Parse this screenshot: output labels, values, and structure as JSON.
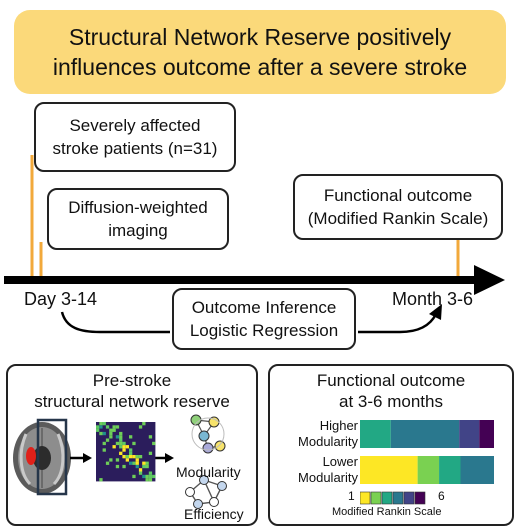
{
  "title": {
    "line1": "Structural Network Reserve positively",
    "line2": "influences outcome after a severe stroke"
  },
  "timeline": {
    "box_patients": {
      "line1": "Severely affected",
      "line2": "stroke patients (n=31)"
    },
    "box_imaging": {
      "line1": "Diffusion-weighted",
      "line2": "imaging"
    },
    "box_outcome": {
      "line1": "Functional outcome",
      "line2": "(Modified Rankin Scale)"
    },
    "box_inference": {
      "line1": "Outcome Inference",
      "line2": "Logistic Regression"
    },
    "start_label": "Day 3-14",
    "end_label": "Month 3-6"
  },
  "left_panel": {
    "title_line1": "Pre-stroke",
    "title_line2": "structural network reserve",
    "modularity_label": "Modularity",
    "efficiency_label": "Efficiency"
  },
  "right_panel": {
    "title_line1": "Functional outcome",
    "title_line2": "at 3-6 months",
    "row_higher": {
      "line1": "Higher",
      "line2": "Modularity"
    },
    "row_lower": {
      "line1": "Lower",
      "line2": "Modularity"
    },
    "scale_min": "1",
    "scale_max": "6",
    "scale_caption": "Modified Rankin Scale",
    "colors": [
      "#fde725",
      "#7ad151",
      "#22a884",
      "#2a788e",
      "#414487",
      "#440154"
    ],
    "higher_fractions": [
      0.0,
      0.0,
      0.23,
      0.51,
      0.15,
      0.11
    ],
    "lower_fractions": [
      0.43,
      0.16,
      0.16,
      0.25,
      0.0,
      0.0
    ]
  },
  "accent_colors": {
    "banner": "#fbd97a",
    "orange_marker": "#f2a93b",
    "lesion": "#e0201a"
  }
}
